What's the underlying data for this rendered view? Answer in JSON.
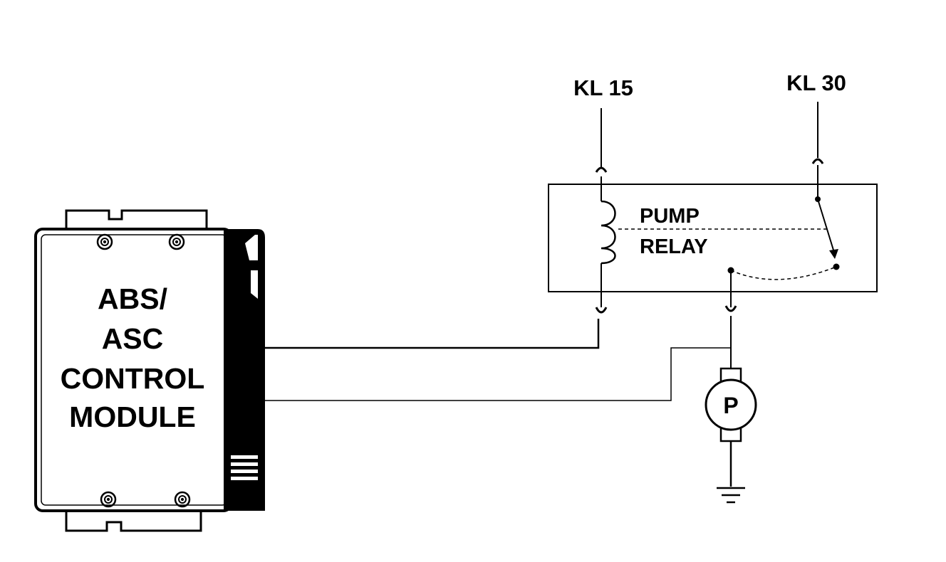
{
  "labels": {
    "kl15": "KL 15",
    "kl30": "KL 30",
    "relay_line1": "PUMP",
    "relay_line2": "RELAY",
    "module_line1": "ABS/",
    "module_line2": "ASC",
    "module_line3": "CONTROL",
    "module_line4": "MODULE",
    "motor": "P"
  },
  "colors": {
    "line": "#000000",
    "background": "#ffffff"
  }
}
